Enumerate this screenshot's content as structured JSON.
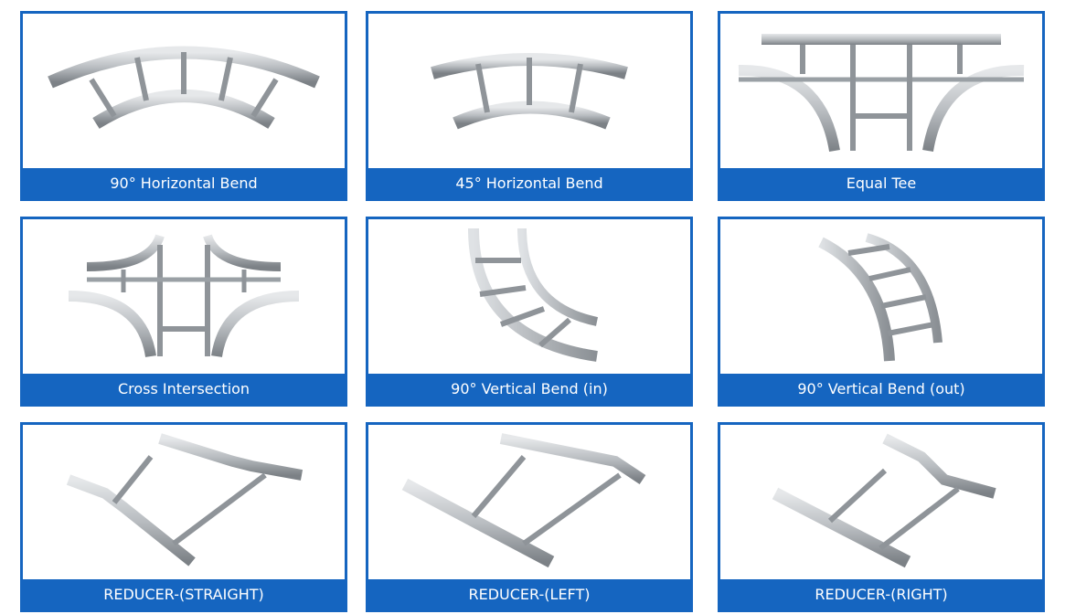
{
  "accent_color": "#1565c0",
  "items": [
    {
      "label": "90° Horizontal Bend",
      "picture": "horizontal-bend-90"
    },
    {
      "label": "45° Horizontal Bend",
      "picture": "horizontal-bend-45"
    },
    {
      "label": "Equal Tee",
      "picture": "equal-tee"
    },
    {
      "label": "Cross Intersection",
      "picture": "cross-intersection"
    },
    {
      "label": "90° Vertical Bend (in)",
      "picture": "vertical-bend-in"
    },
    {
      "label": "90° Vertical Bend (out)",
      "picture": "vertical-bend-out"
    },
    {
      "label": "REDUCER-(STRAIGHT)",
      "picture": "reducer-straight"
    },
    {
      "label": "REDUCER-(LEFT)",
      "picture": "reducer-left"
    },
    {
      "label": "REDUCER-(RIGHT)",
      "picture": "reducer-right"
    }
  ]
}
